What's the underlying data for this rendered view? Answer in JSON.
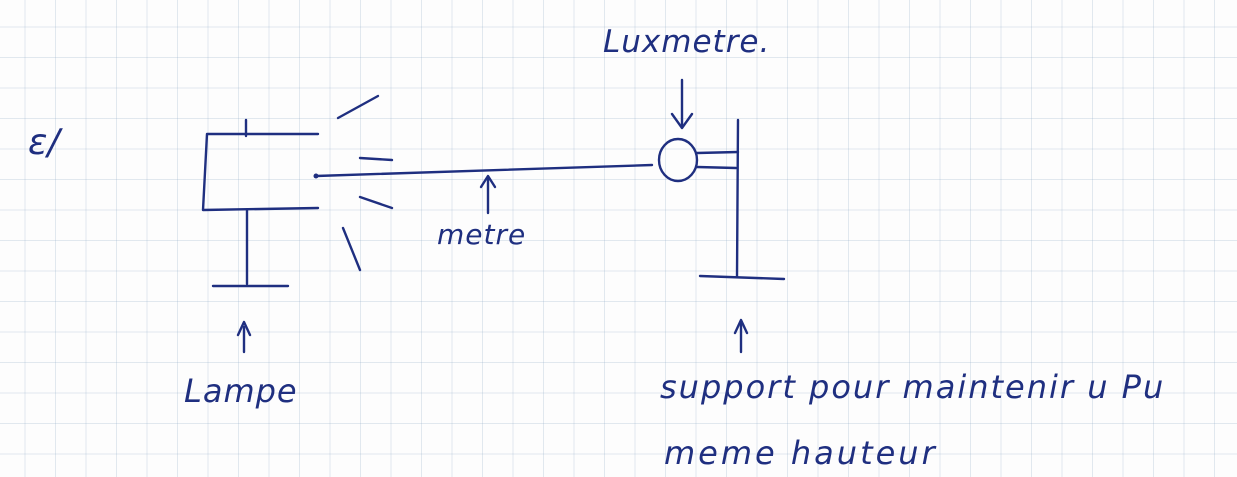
{
  "section_label": "ε/",
  "labels": {
    "luxmetre": "Luxmetre.",
    "metre": "metre",
    "lampe": "Lampe",
    "support_line1": "support pour maintenir u Pu",
    "support_line2": "meme hauteur"
  },
  "colors": {
    "ink": "#1f2f80",
    "paper": "#fdfdfd",
    "grid": "#96afc8"
  }
}
